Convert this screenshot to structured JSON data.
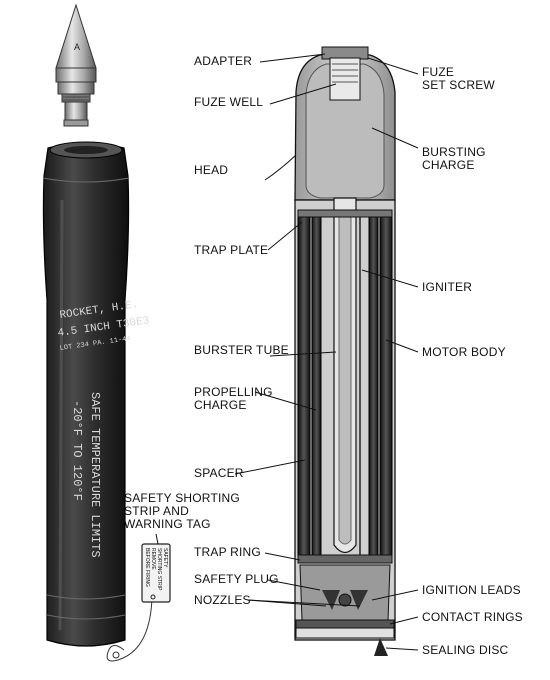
{
  "labels": {
    "adapter": "ADAPTER",
    "fuze_well": "FUZE WELL",
    "head": "HEAD",
    "trap_plate": "TRAP PLATE",
    "burster_tube": "BURSTER TUBE",
    "propelling_charge": "PROPELLING\nCHARGE",
    "spacer": "SPACER",
    "trap_ring": "TRAP RING",
    "safety_plug": "SAFETY PLUG",
    "nozzles": "NOZZLES",
    "fuze_set_screw": "FUZE\nSET SCREW",
    "bursting_charge": "BURSTING\nCHARGE",
    "igniter": "IGNITER",
    "motor_body": "MOTOR BODY",
    "ignition_leads": "IGNITION LEADS",
    "contact_rings": "CONTACT RINGS",
    "sealing_disc": "SEALING DISC",
    "safety_shorting_strip": "SAFETY SHORTING\nSTRIP AND\nWARNING TAG"
  },
  "rocket_markings": {
    "line1": "ROCKET, H.E.",
    "line2": "4.5 INCH  T30E3",
    "line3": "LOT 234 PA. 11-44",
    "line4": "SAFE  TEMPERATURE  LIMITS",
    "line5": "-20°F  TO  120°F"
  },
  "tag_text": {
    "line1": "SAFETY",
    "line2": "SHORTING STRIP",
    "line3": "REMOVE",
    "line4": "BEFORE FIRING"
  }
}
